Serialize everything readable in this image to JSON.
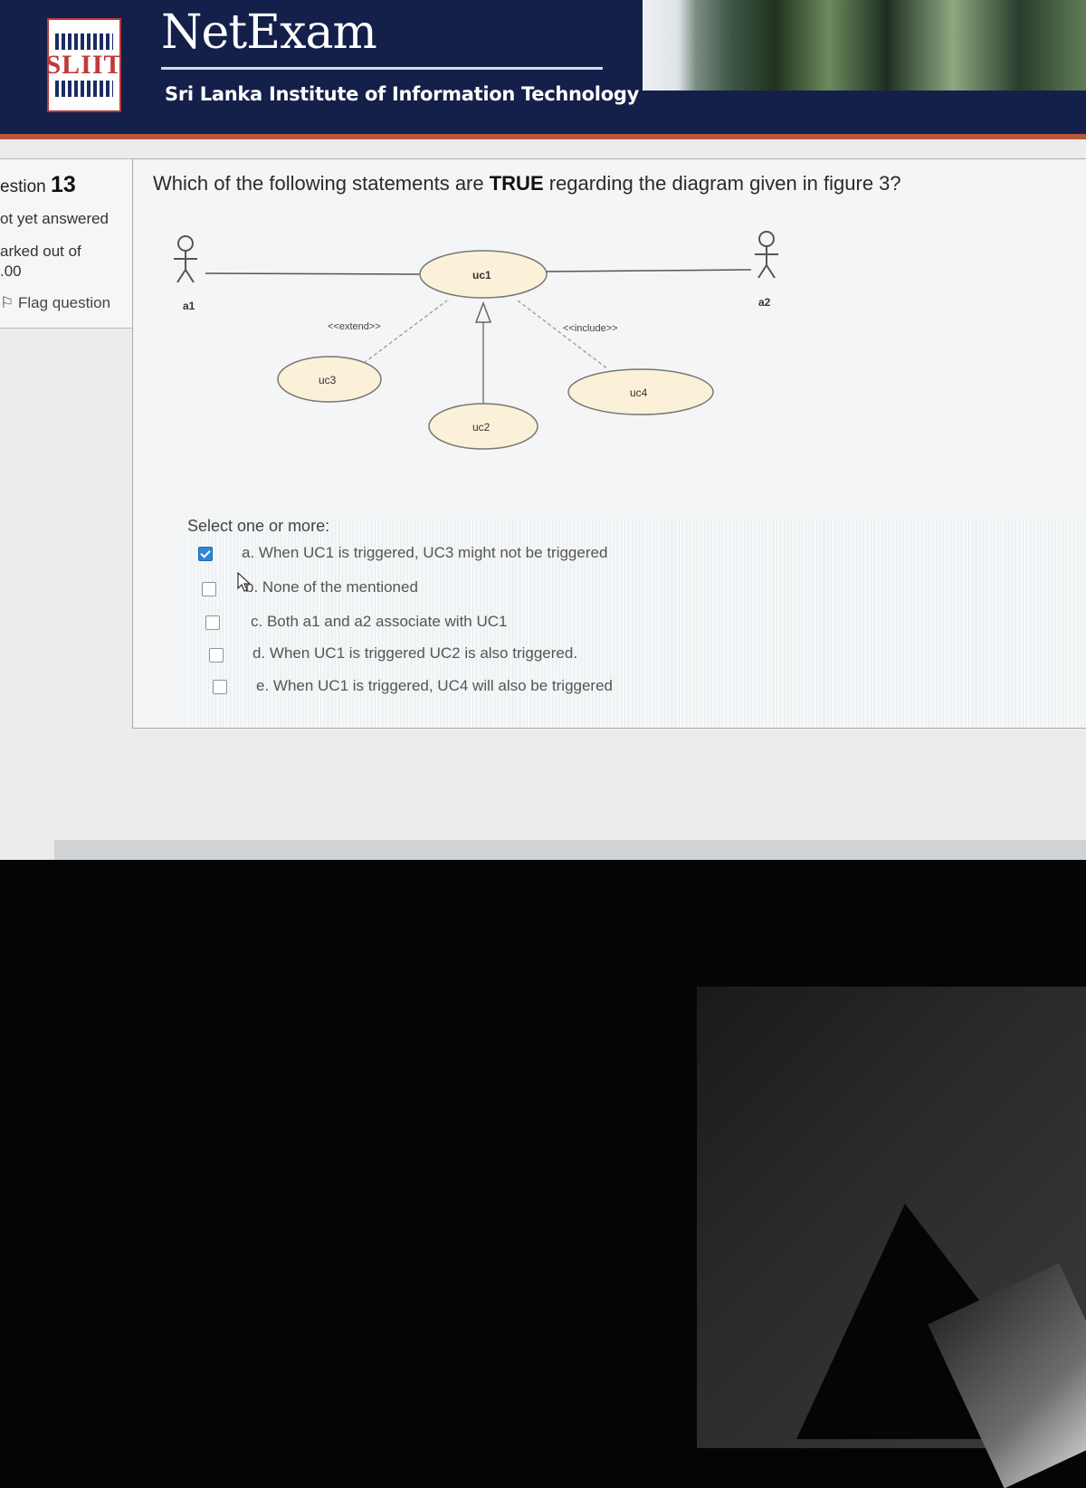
{
  "header": {
    "logo_text": "SLIIT",
    "app_name": "NetExam",
    "institute": "Sri Lanka Institute of Information Technology"
  },
  "info": {
    "question_prefix": "estion",
    "question_number": "13",
    "status": "ot yet answered",
    "marked_out_of": "arked out of",
    "marks": ".00",
    "flag": "Flag question"
  },
  "question": {
    "text_pre": "Which of the following statements are ",
    "text_emph": "TRUE",
    "text_post": " regarding the diagram given in figure 3?"
  },
  "diagram": {
    "actor_left": "a1",
    "actor_right": "a2",
    "uc1": "uc1",
    "uc2": "uc2",
    "uc3": "uc3",
    "uc4": "uc4",
    "extend": "<<extend>>",
    "include": "<<include>>"
  },
  "answers": {
    "select_label": "Select one or more:",
    "options": [
      {
        "text": "a. When UC1 is triggered, UC3 might not be triggered",
        "checked": true
      },
      {
        "text": "b. None of the mentioned",
        "checked": false
      },
      {
        "text": "c. Both a1 and a2 associate with UC1",
        "checked": false
      },
      {
        "text": "d. When UC1 is triggered UC2 is also triggered.",
        "checked": false
      },
      {
        "text": "e. When UC1 is triggered, UC4 will also be triggered",
        "checked": false
      }
    ]
  },
  "colors": {
    "header_bg": "#14204a",
    "accent": "#b5593a",
    "usecase_fill": "#fbf1d8",
    "check": "#2f86d6"
  }
}
